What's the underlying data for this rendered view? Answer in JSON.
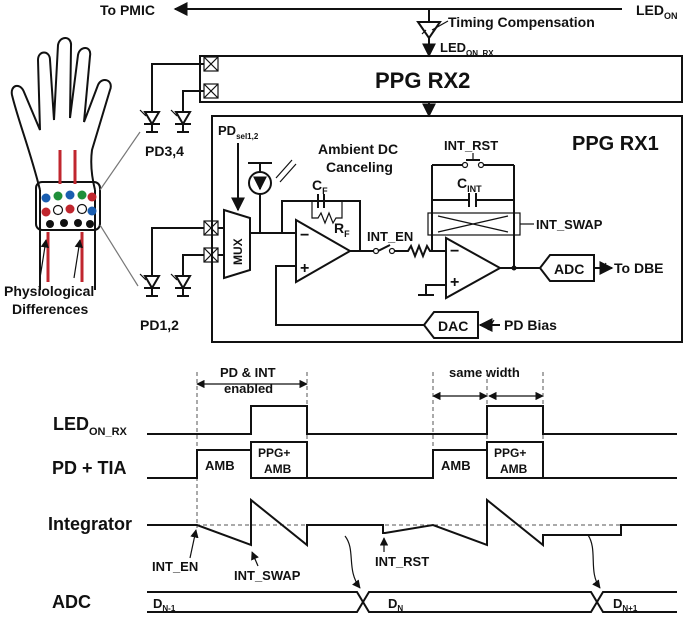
{
  "top": {
    "to_pmic": "To PMIC",
    "led_on": "LED",
    "led_on_sub": "ON",
    "timing_comp": "Timing Compensation",
    "led_on_rx": "LED",
    "led_on_rx_sub": "ON_RX"
  },
  "rx2": {
    "label": "PPG RX2"
  },
  "rx1": {
    "label": "PPG RX1",
    "pd_sel": "PD",
    "pd_sel_sub": "sel1,2",
    "ambient": "Ambient DC",
    "canceling": "Canceling",
    "cf": "C",
    "cf_sub": "F",
    "rf": "R",
    "rf_sub": "F",
    "int_rst": "INT_RST",
    "cint": "C",
    "cint_sub": "INT",
    "int_swap": "INT_SWAP",
    "int_en": "INT_EN",
    "mux": "MUX",
    "adc": "ADC",
    "to_dbe": "To DBE",
    "dac": "DAC",
    "pd_bias": "PD Bias"
  },
  "photodiodes": {
    "pd34": "PD3,4",
    "pd12": "PD1,2"
  },
  "wrist": {
    "physio_1": "Physiological",
    "physio_2": "Differences"
  },
  "timing": {
    "pd_int_1": "PD & INT",
    "pd_int_2": "enabled",
    "same_width": "same width",
    "row_led": "LED",
    "row_led_sub": "ON_RX",
    "row_pd": "PD + TIA",
    "row_int": "Integrator",
    "row_adc": "ADC",
    "amb": "AMB",
    "ppg_amb_1": "PPG+",
    "ppg_amb_2": "AMB",
    "int_en": "INT_EN",
    "int_swap": "INT_SWAP",
    "int_rst": "INT_RST",
    "d_n1": "D",
    "d_n1_sub": "N-1",
    "d_n": "D",
    "d_n_sub": "N",
    "d_np1": "D",
    "d_np1_sub": "N+1"
  }
}
